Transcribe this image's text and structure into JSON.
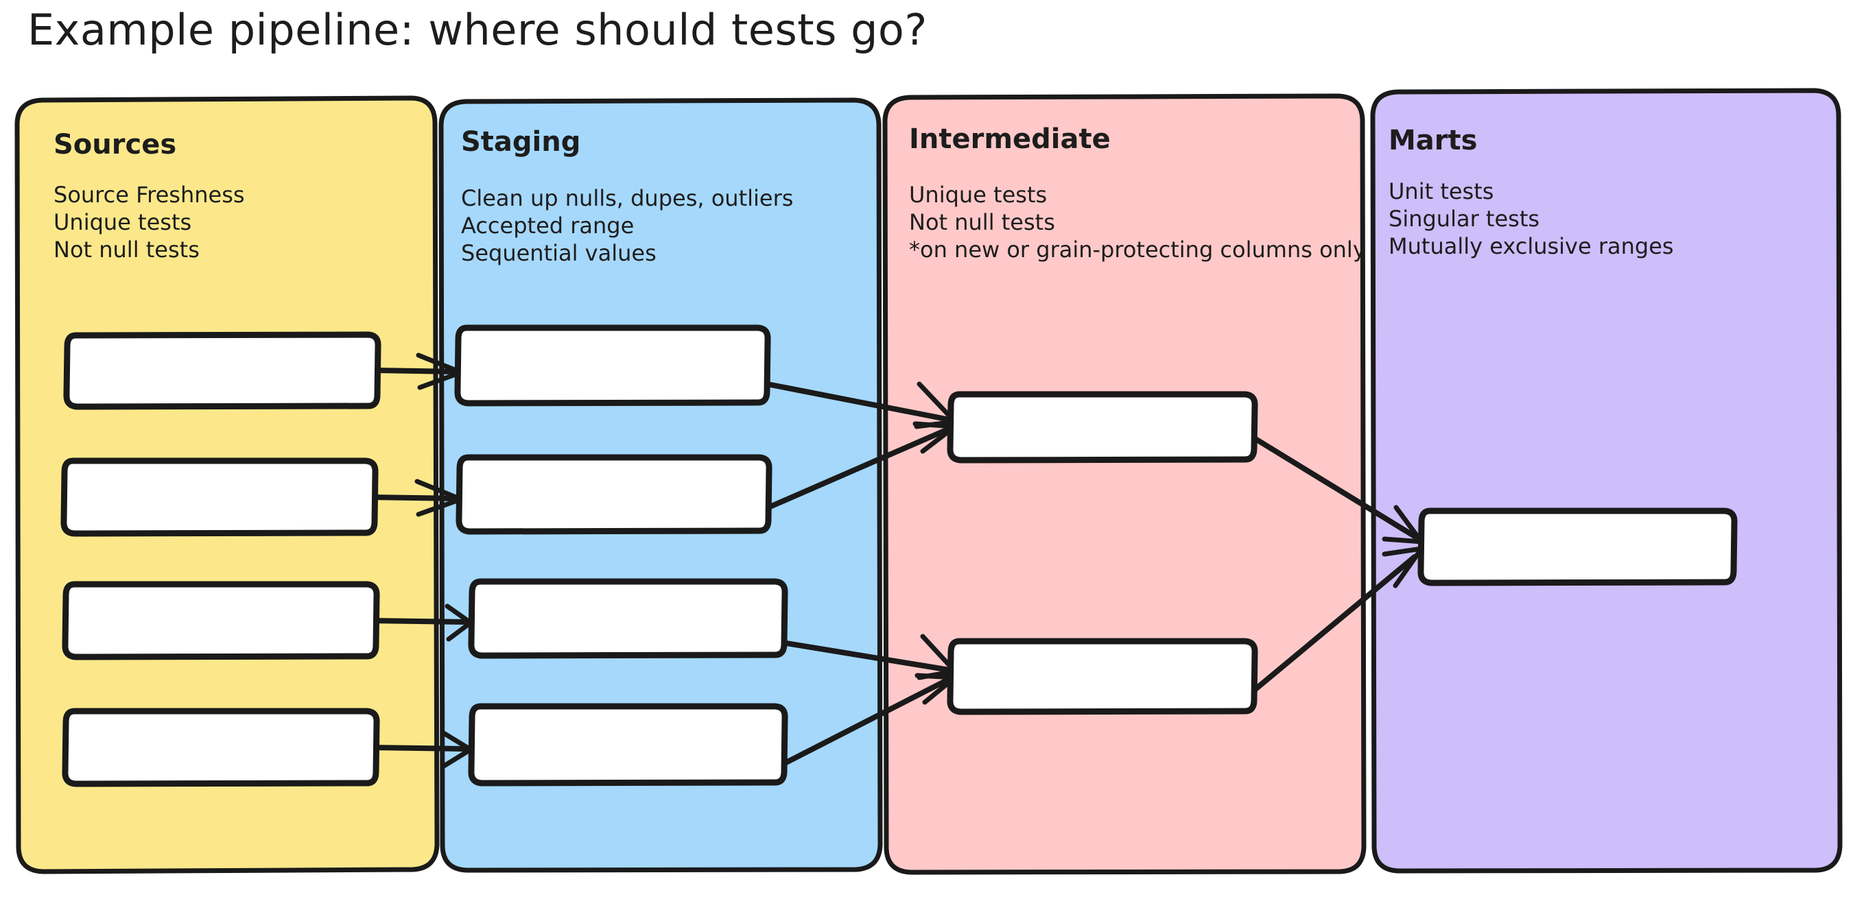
{
  "page": {
    "title": "Example pipeline: where should tests go?",
    "background_color": "#ffffff",
    "ink_color": "#1a1a1a"
  },
  "diagram": {
    "type": "swimlane-pipeline",
    "lanes": [
      {
        "id": "sources",
        "title": "Sources",
        "color": "#fce88b",
        "lines": [
          "Source Freshness",
          "Unique tests",
          "Not null tests"
        ],
        "node_count": 4
      },
      {
        "id": "staging",
        "title": "Staging",
        "color": "#a5d8fb",
        "lines": [
          "Clean up nulls, dupes, outliers",
          "Accepted range",
          "Sequential values"
        ],
        "node_count": 4
      },
      {
        "id": "intermediate",
        "title": "Intermediate",
        "color": "#ffc9c9",
        "lines": [
          "Unique tests",
          "Not null tests",
          "*on new or grain-protecting columns only"
        ],
        "node_count": 2
      },
      {
        "id": "marts",
        "title": "Marts",
        "color": "#cebefa",
        "lines": [
          "Unit tests",
          "Singular tests",
          "Mutually exclusive ranges"
        ],
        "node_count": 1
      }
    ],
    "nodes": [
      {
        "id": "src-1",
        "lane": "sources",
        "label": ""
      },
      {
        "id": "src-2",
        "lane": "sources",
        "label": ""
      },
      {
        "id": "src-3",
        "lane": "sources",
        "label": ""
      },
      {
        "id": "src-4",
        "lane": "sources",
        "label": ""
      },
      {
        "id": "stg-1",
        "lane": "staging",
        "label": ""
      },
      {
        "id": "stg-2",
        "lane": "staging",
        "label": ""
      },
      {
        "id": "stg-3",
        "lane": "staging",
        "label": ""
      },
      {
        "id": "stg-4",
        "lane": "staging",
        "label": ""
      },
      {
        "id": "int-1",
        "lane": "intermediate",
        "label": ""
      },
      {
        "id": "int-2",
        "lane": "intermediate",
        "label": ""
      },
      {
        "id": "mart-1",
        "lane": "marts",
        "label": ""
      }
    ],
    "edges": [
      {
        "from": "src-1",
        "to": "stg-1"
      },
      {
        "from": "src-2",
        "to": "stg-2"
      },
      {
        "from": "src-3",
        "to": "stg-3"
      },
      {
        "from": "src-4",
        "to": "stg-4"
      },
      {
        "from": "stg-1",
        "to": "int-1"
      },
      {
        "from": "stg-2",
        "to": "int-1"
      },
      {
        "from": "stg-3",
        "to": "int-2"
      },
      {
        "from": "stg-4",
        "to": "int-2"
      },
      {
        "from": "int-1",
        "to": "mart-1"
      },
      {
        "from": "int-2",
        "to": "mart-1"
      }
    ]
  }
}
